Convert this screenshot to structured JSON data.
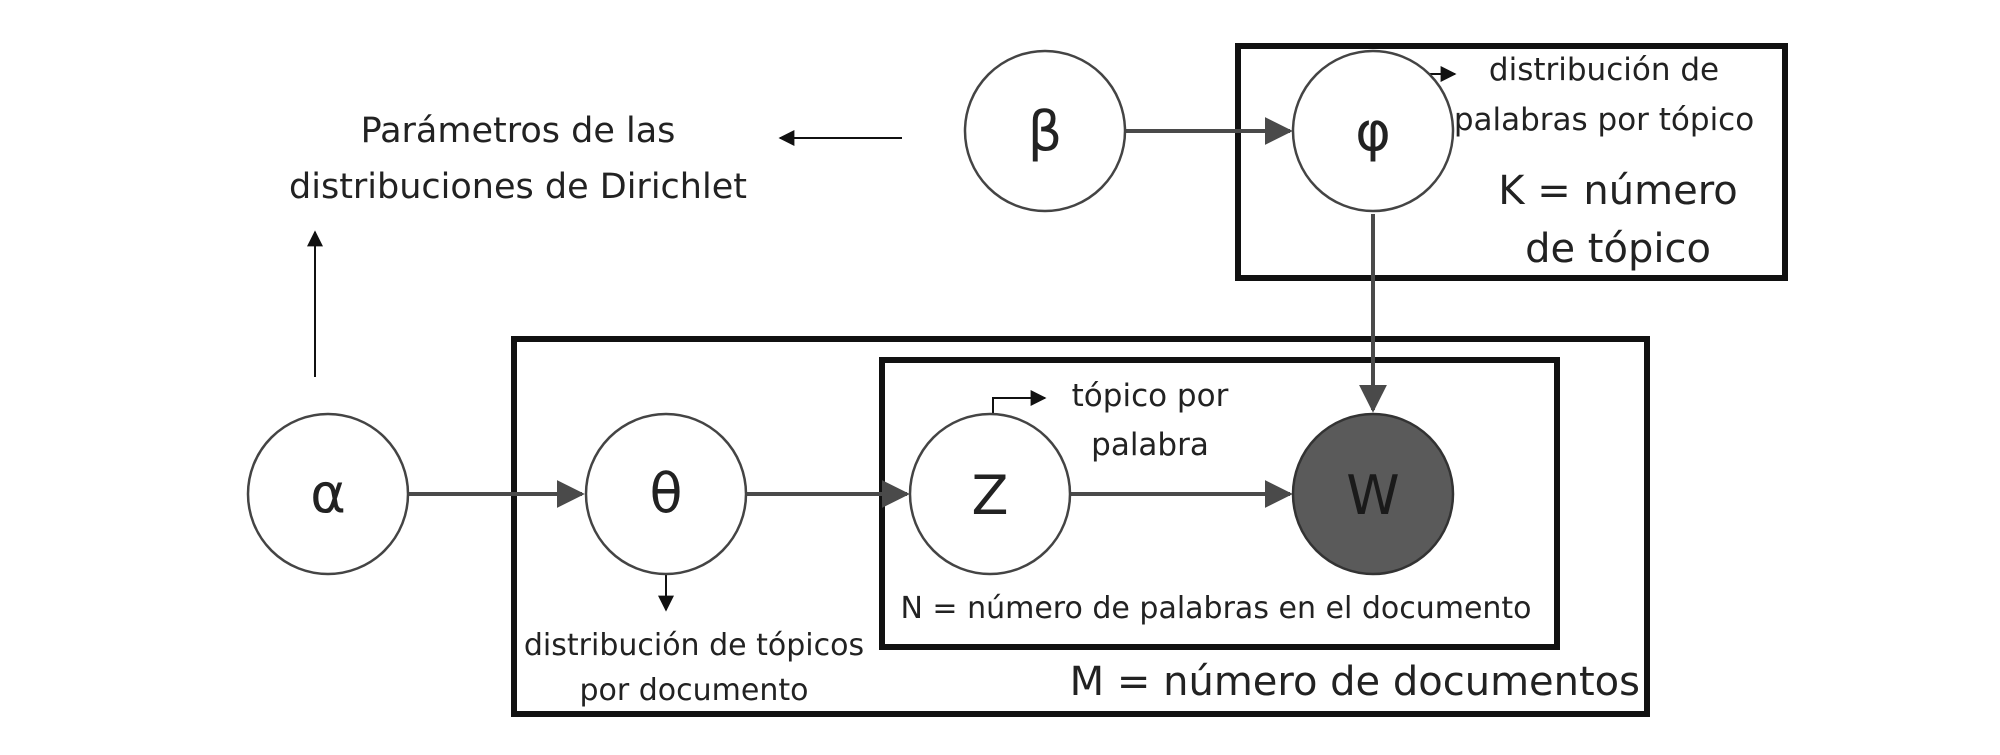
{
  "diagram": {
    "nodes": {
      "alpha": {
        "symbol": "α",
        "shaded": false
      },
      "beta": {
        "symbol": "β",
        "shaded": false
      },
      "phi": {
        "symbol": "φ",
        "shaded": false
      },
      "theta": {
        "symbol": "θ",
        "shaded": false
      },
      "z": {
        "symbol": "Z",
        "shaded": false
      },
      "w": {
        "symbol": "W",
        "shaded": true
      }
    },
    "edges": [
      {
        "from": "alpha",
        "to": "theta"
      },
      {
        "from": "theta",
        "to": "z"
      },
      {
        "from": "z",
        "to": "w"
      },
      {
        "from": "beta",
        "to": "phi"
      },
      {
        "from": "phi",
        "to": "w"
      }
    ],
    "labels": {
      "dirichlet_line1": "Parámetros de las",
      "dirichlet_line2": "distribuciones de Dirichlet",
      "phi_desc_line1": "distribución de",
      "phi_desc_line2": "palabras por tópico",
      "k_line1": "K = número",
      "k_line2": "de tópico",
      "z_desc_line1": "tópico por",
      "z_desc_line2": "palabra",
      "n_plate": "N = número de palabras en el documento",
      "theta_desc_line1": "distribución de tópicos",
      "theta_desc_line2": "por documento",
      "m_plate": "M = número de documentos"
    },
    "colors": {
      "node_stroke": "#444444",
      "shaded_fill": "#5a5a5a",
      "plate_stroke": "#111111",
      "edge": "#4a4a4a"
    }
  }
}
